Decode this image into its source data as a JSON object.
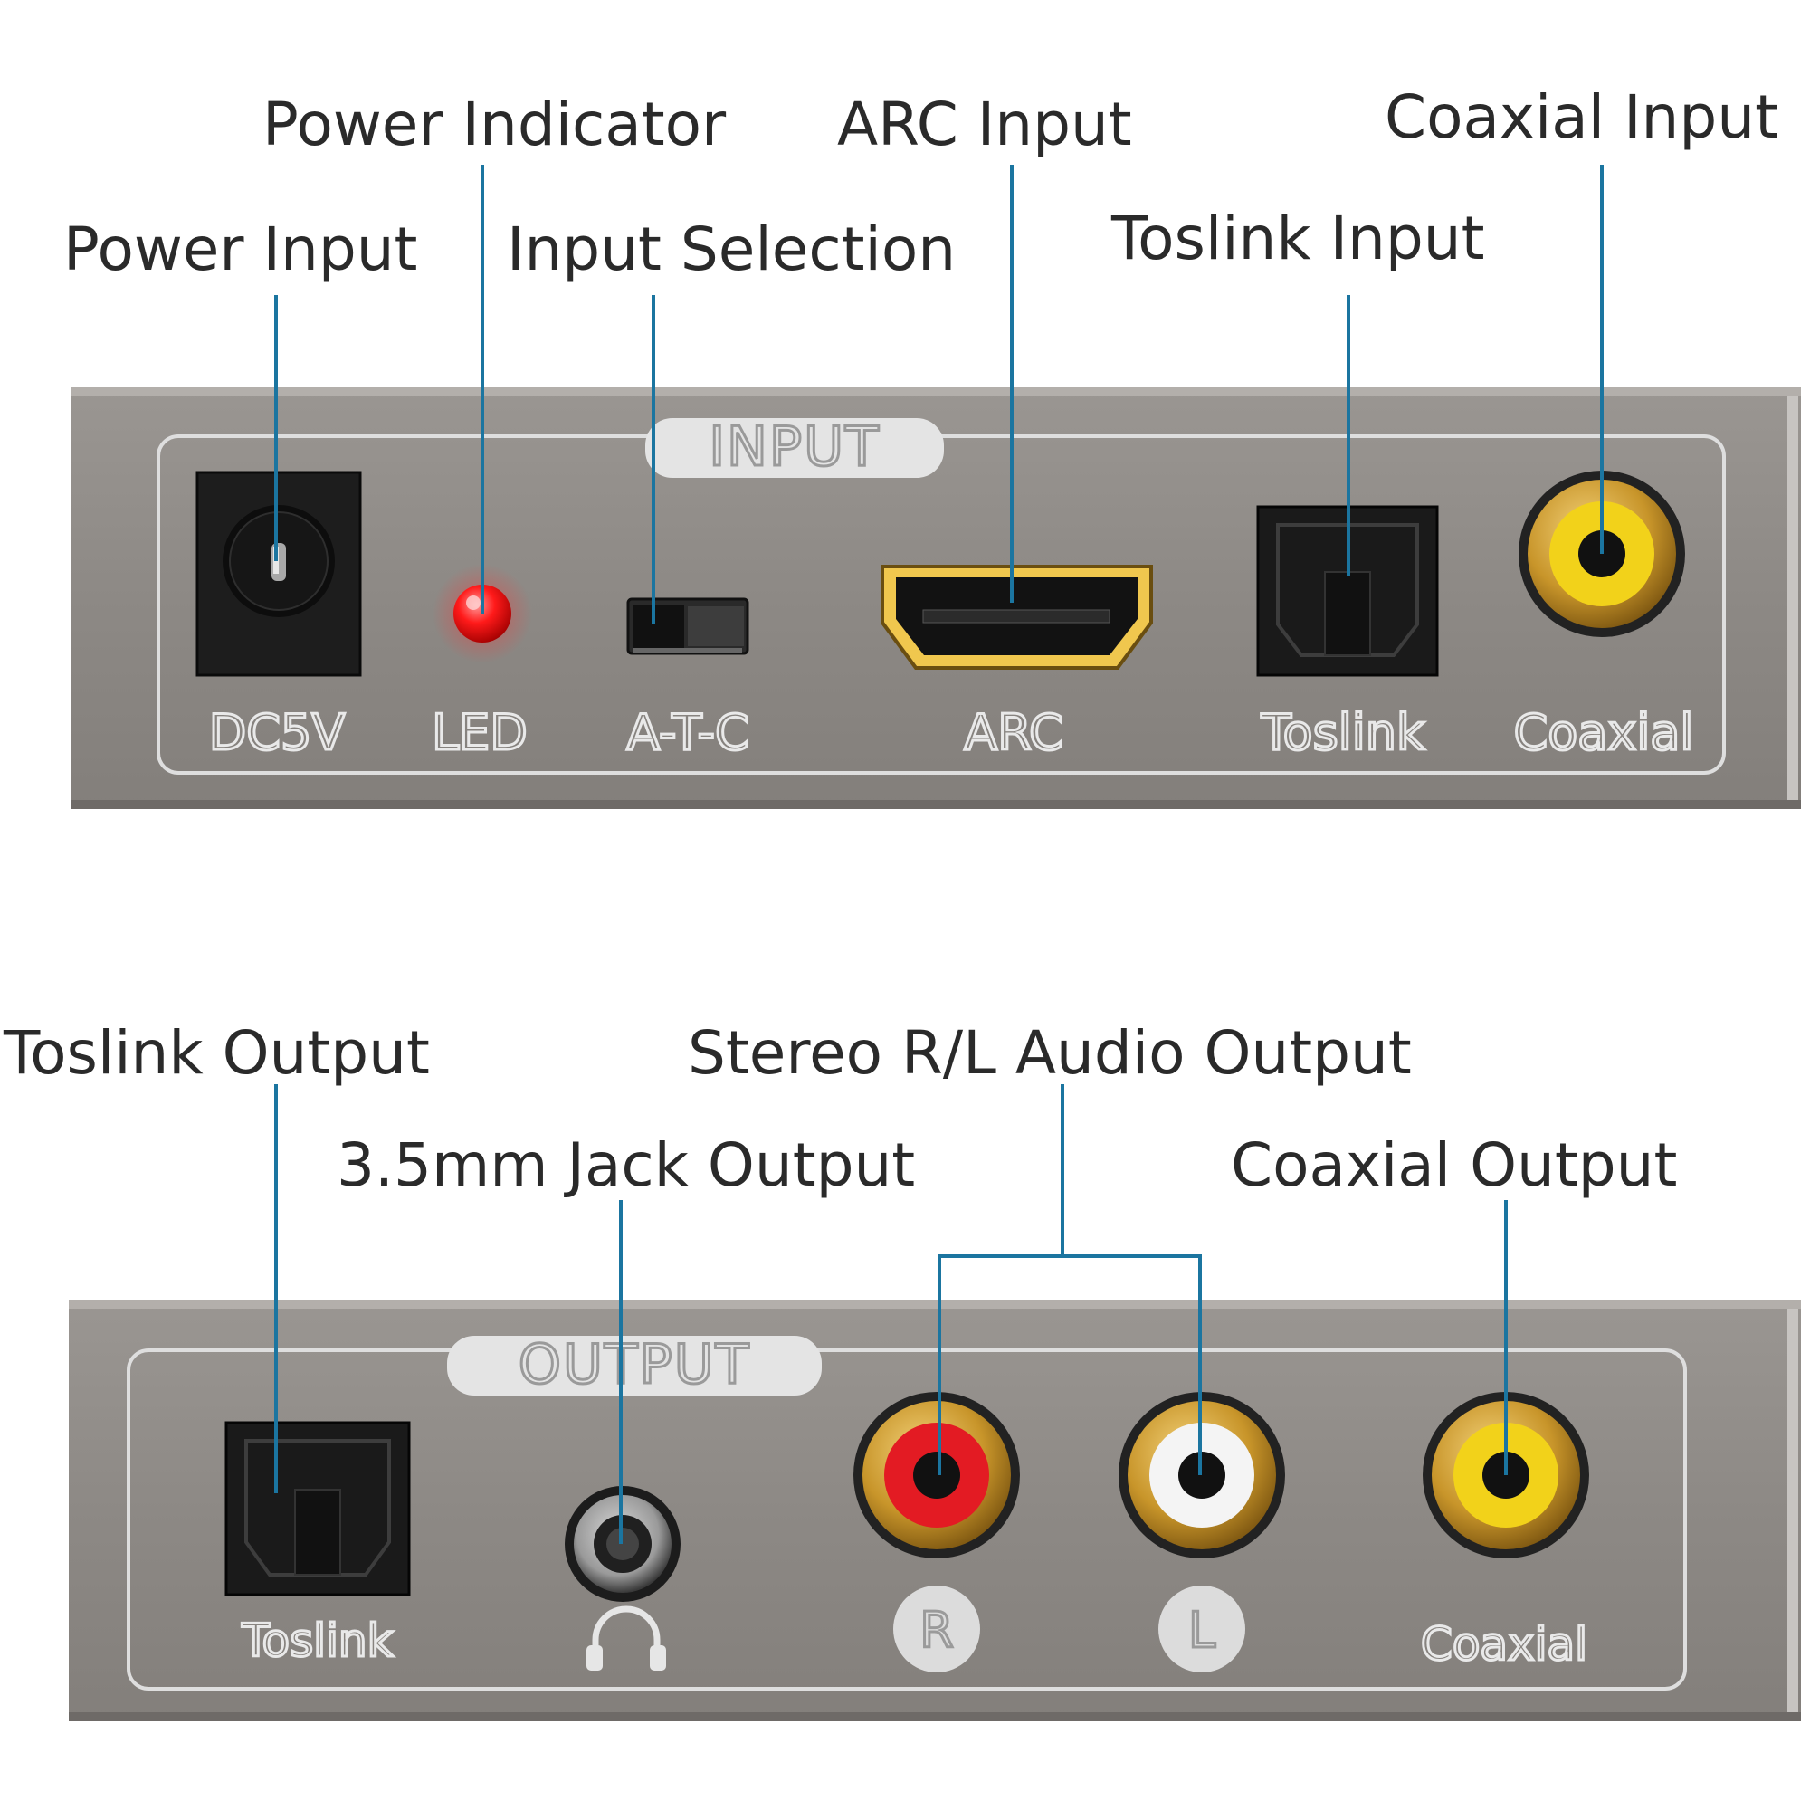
{
  "callouts": {
    "power_indicator": "Power Indicator",
    "arc_input": "ARC Input",
    "coaxial_input": "Coaxial Input",
    "power_input": "Power Input",
    "input_selection": "Input Selection",
    "toslink_input": "Toslink Input",
    "toslink_output": "Toslink Output",
    "stereo_output": "Stereo R/L Audio Output",
    "jack_output": "3.5mm Jack Output",
    "coaxial_output": "Coaxial Output"
  },
  "input_panel": {
    "tab": "INPUT",
    "labels": {
      "dc": "DC5V",
      "led": "LED",
      "atc": "A-T-C",
      "arc": "ARC",
      "toslink": "Toslink",
      "coaxial": "Coaxial"
    }
  },
  "output_panel": {
    "tab": "OUTPUT",
    "labels": {
      "toslink": "Toslink",
      "right": "R",
      "left": "L",
      "coaxial": "Coaxial"
    },
    "icons": {
      "headphone": "headphone-icon"
    }
  },
  "colors": {
    "leader_line": "#1b75a0",
    "panel": "#8e8a86",
    "led": "#ff1a1a",
    "gold": "#c89a2c",
    "coax_yellow": "#f2d21a",
    "rca_red": "#e31b23",
    "rca_white": "#f4f4f4"
  }
}
